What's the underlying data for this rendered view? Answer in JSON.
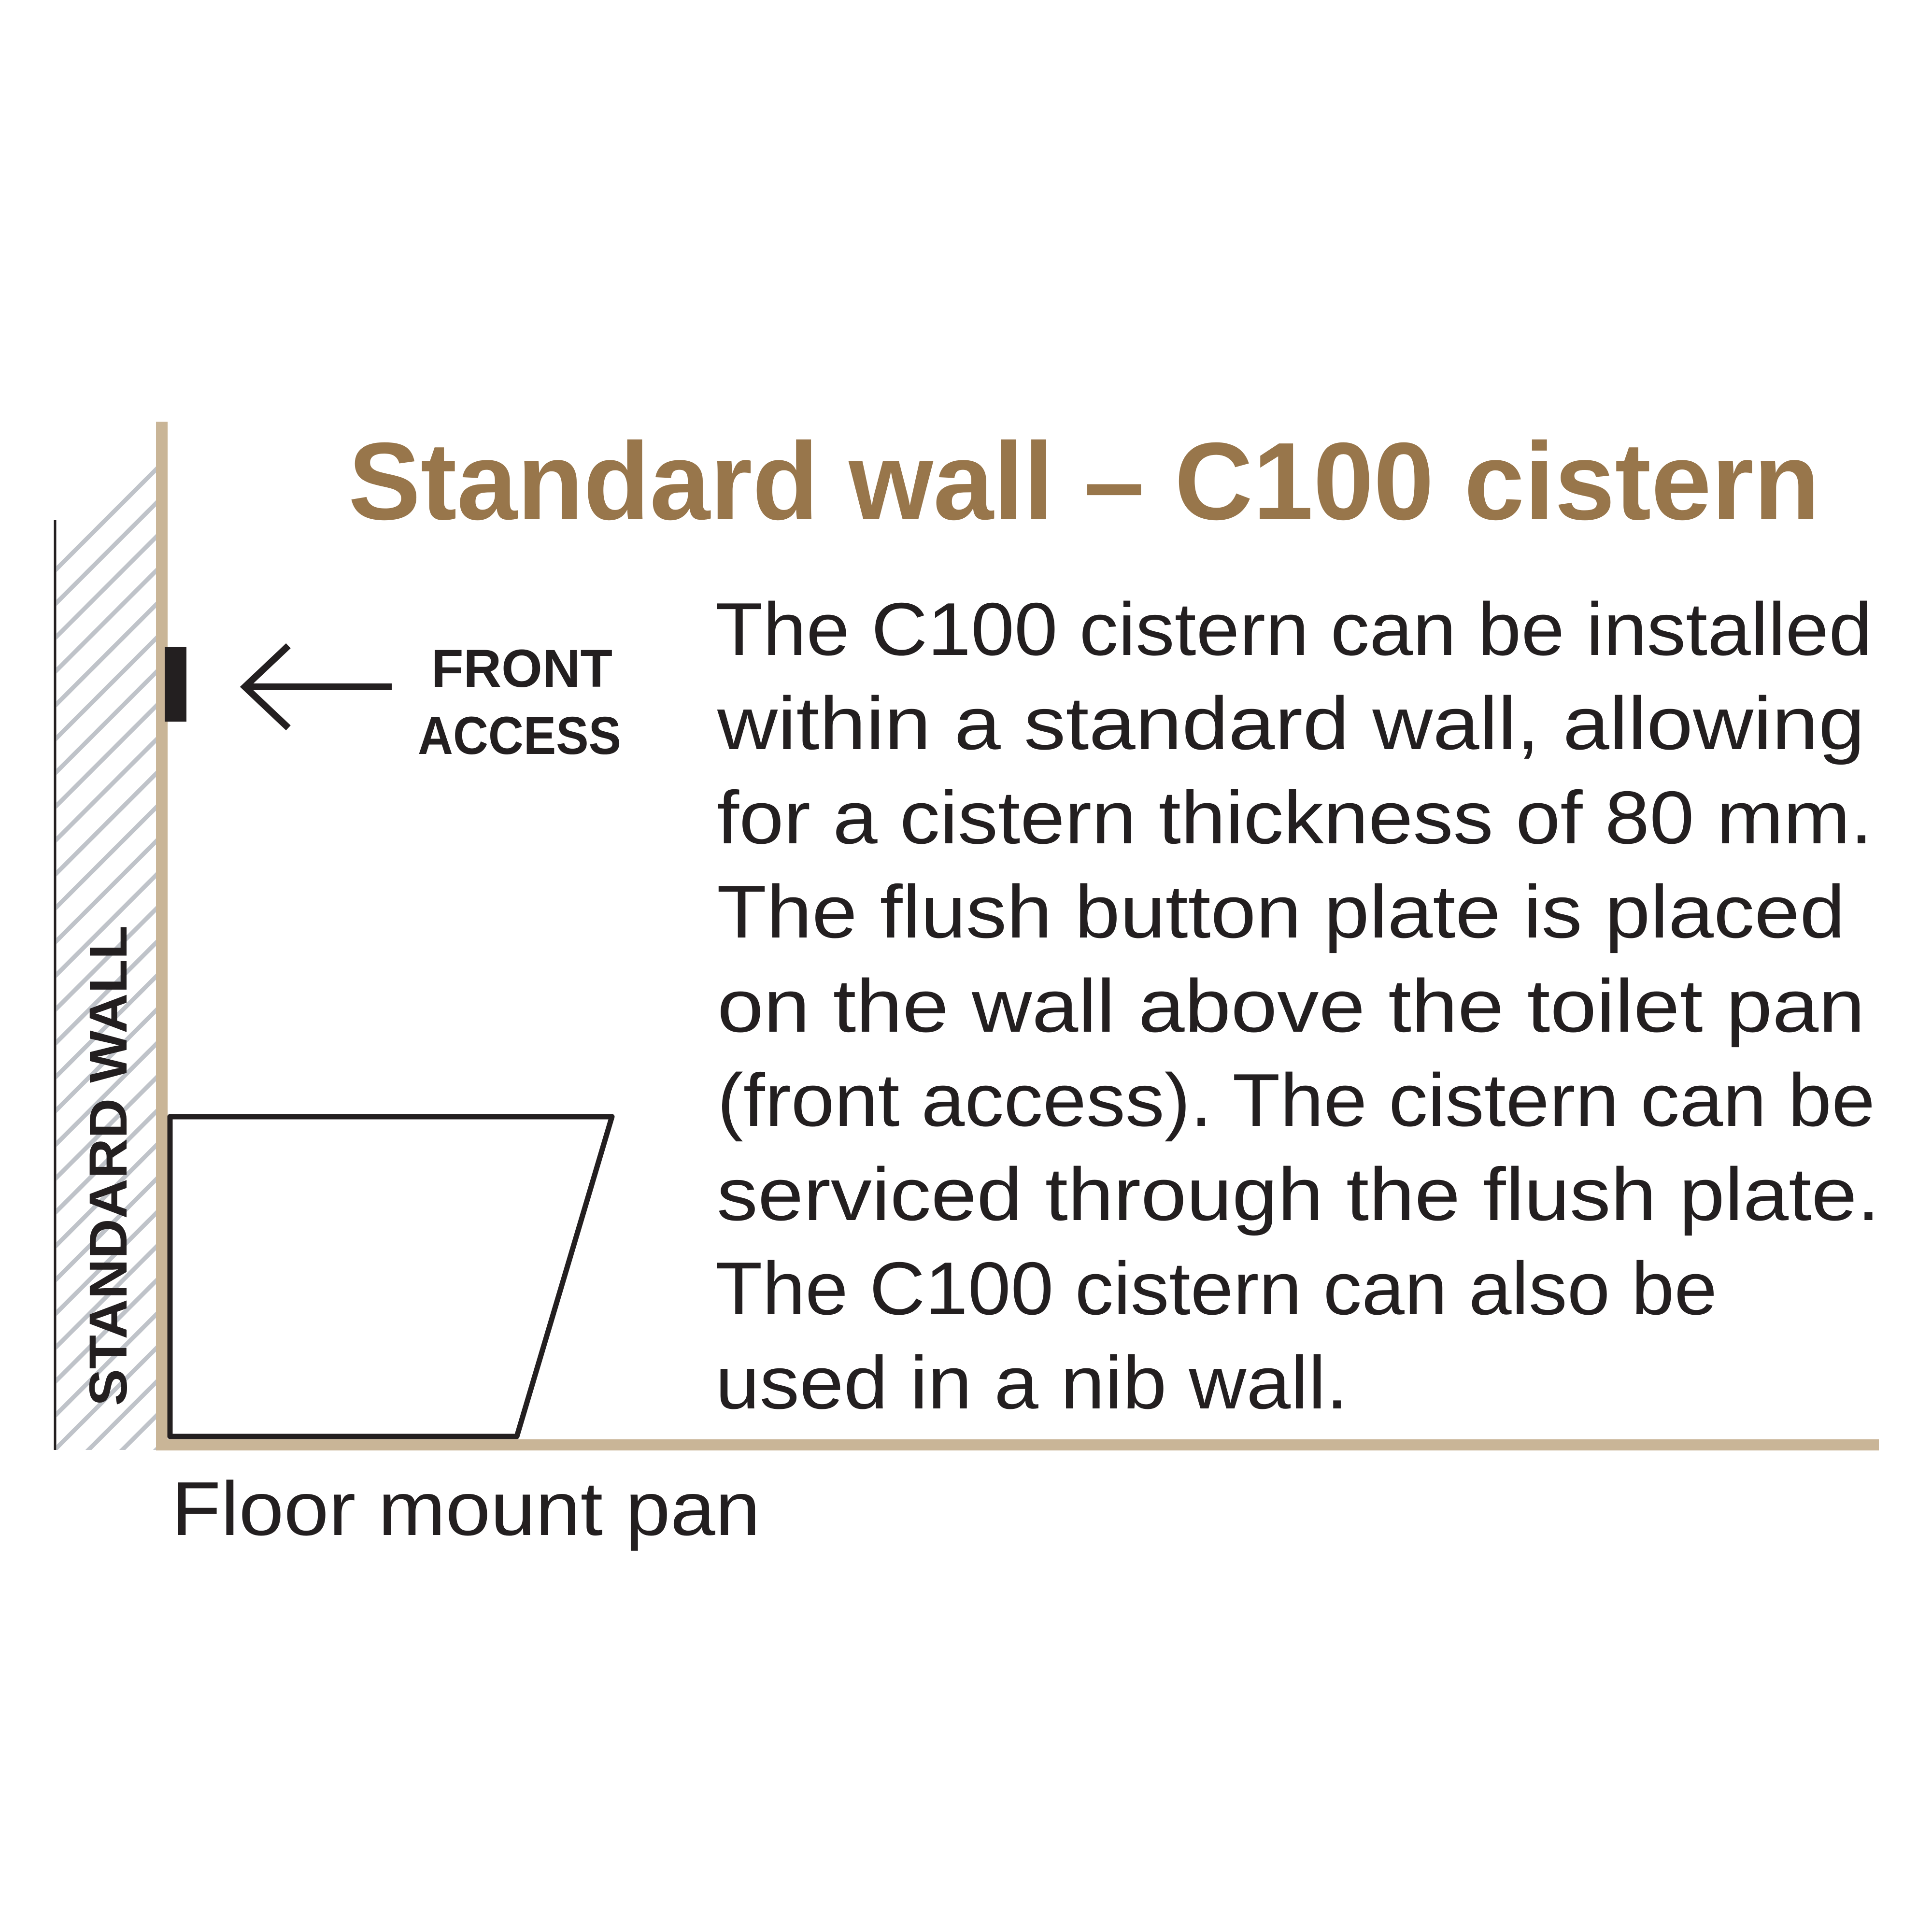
{
  "colors": {
    "background": "#ffffff",
    "title": "#98764b",
    "text": "#231f20",
    "wall_finish": "#c9b597",
    "hatch": "#bfc3c9",
    "outline": "#231f20"
  },
  "diagram": {
    "title": "Standard wall – C100 cistern",
    "wall_label": "STANDARD WALL",
    "front_access_label": {
      "line1": "FRONT",
      "line2": "ACCESS"
    },
    "pan_label": "Floor mount pan",
    "icons": {
      "flush_plate": "flush-plate-icon",
      "arrow": "arrow-left-icon",
      "pan": "floor-mount-pan-icon",
      "wall_hatch": "wall-hatch-icon"
    }
  },
  "description": {
    "lines": [
      {
        "text": "The C100 cistern can be installed",
        "width": "2395"
      },
      {
        "text": "within a standard wall, allowing",
        "width": "2376"
      },
      {
        "text": "for a cistern thickness of 80 mm.",
        "width": "2393"
      },
      {
        "text": "The flush button plate is placed",
        "width": "2336"
      },
      {
        "text": "on the wall above the toilet pan",
        "width": "2376"
      },
      {
        "text": "(front access). The cistern can be",
        "width": "2397"
      },
      {
        "text": "serviced through the flush plate.",
        "width": "2408"
      },
      {
        "text": "The C100 cistern can also be",
        "width": "2074"
      },
      {
        "text": "used in a nib wall.",
        "width": "1310"
      }
    ]
  },
  "text_widths": {
    "title": "3047",
    "front": "375",
    "access": "421",
    "wall_label": "995",
    "pan_label": "1219"
  }
}
